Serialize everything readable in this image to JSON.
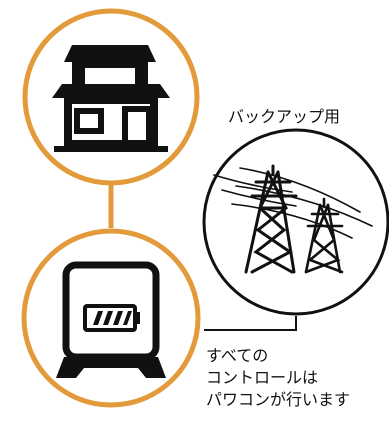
{
  "colors": {
    "ring": "#E39A3B",
    "ink": "#111111",
    "background": "#FFFFFF"
  },
  "nodes": {
    "house": {
      "icon": "house-icon"
    },
    "battery": {
      "icon": "battery-storage-icon"
    },
    "grid": {
      "icon": "power-transmission-tower-icon",
      "label": "バックアップ用"
    }
  },
  "note": {
    "lines": [
      "すべての",
      "コントロールは",
      "パワコンが行います"
    ]
  }
}
